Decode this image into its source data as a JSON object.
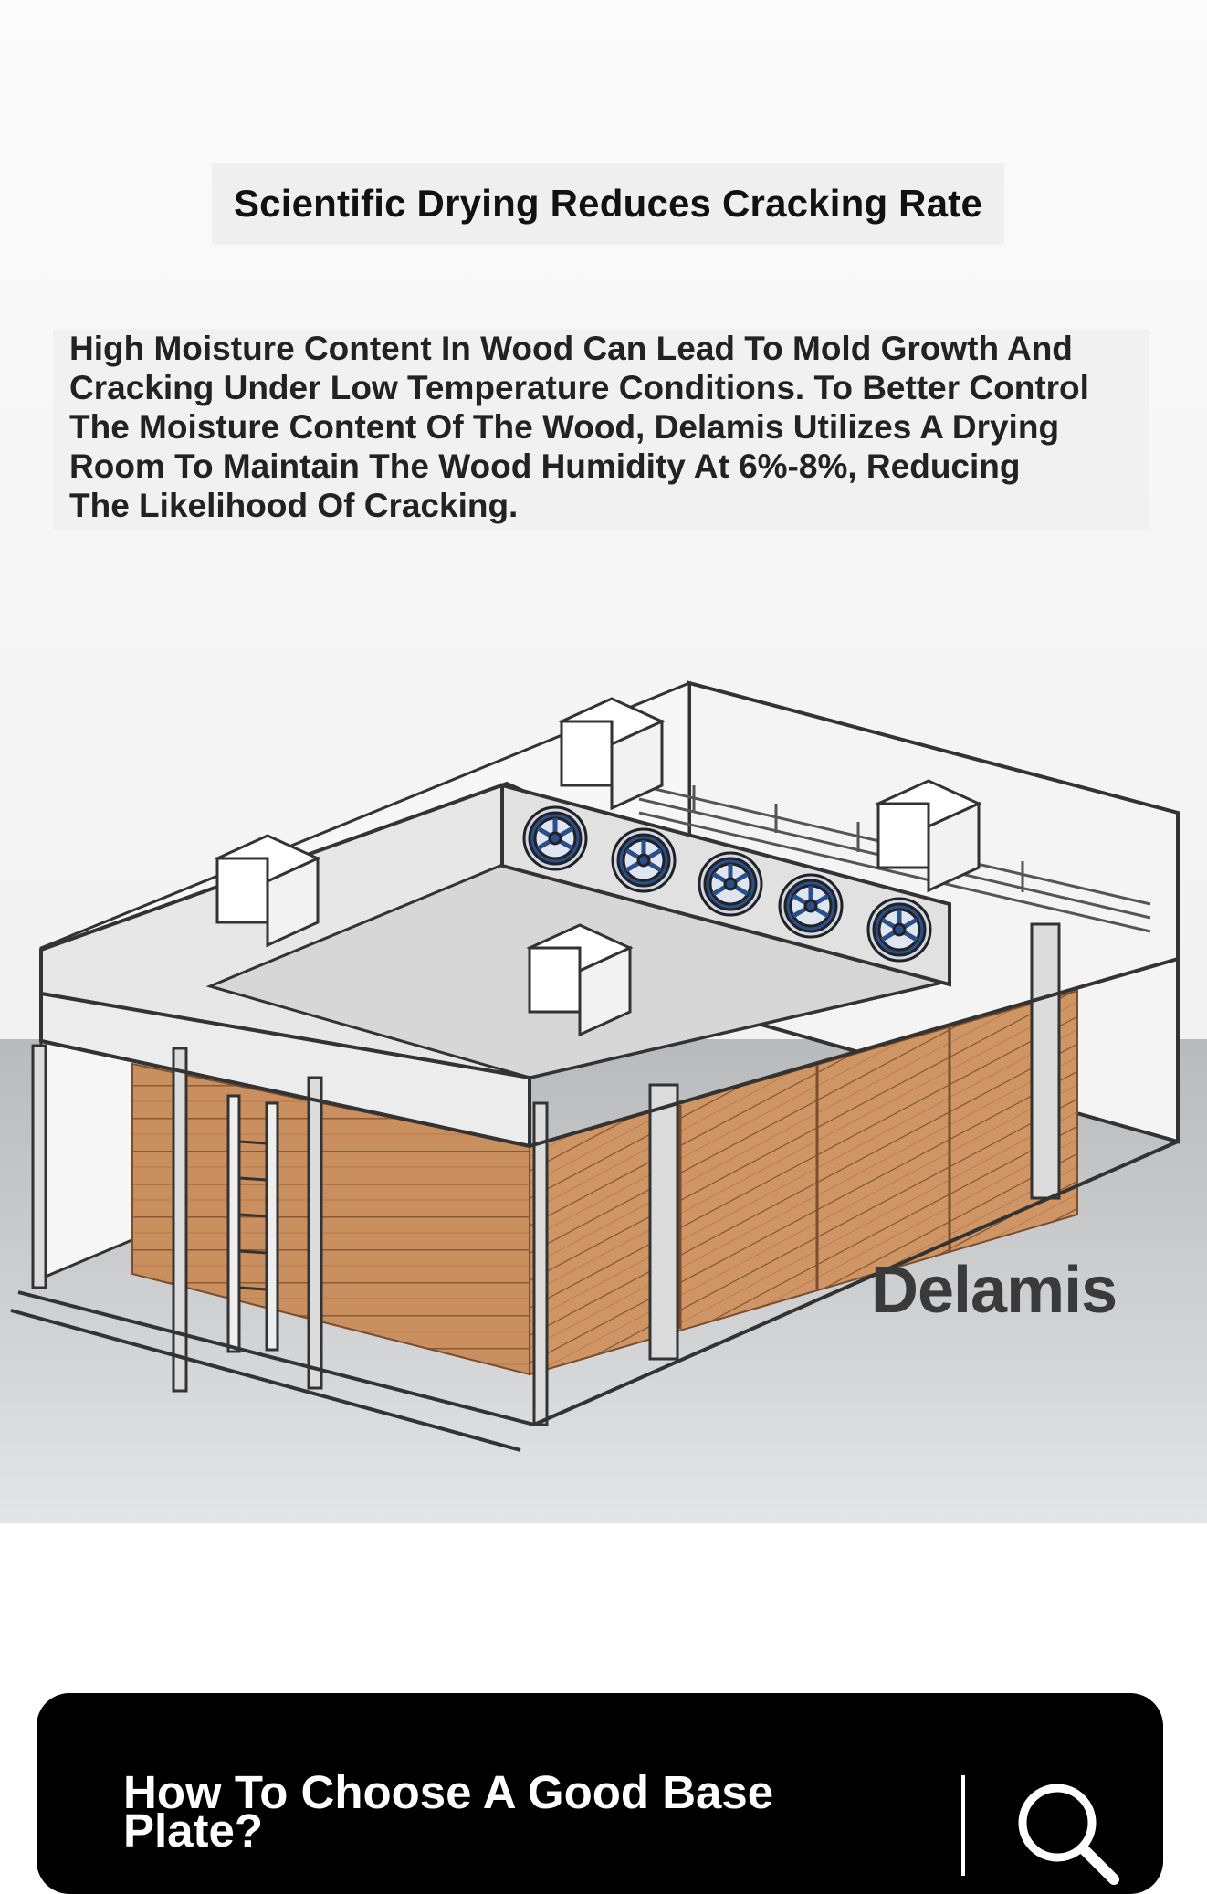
{
  "header": {
    "title": "Scientific Drying Reduces Cracking Rate"
  },
  "description": {
    "lines": [
      "High Moisture Content In Wood Can Lead To Mold Growth And",
      "Cracking Under Low Temperature Conditions. To Better Control",
      "The Moisture Content Of The Wood, Delamis Utilizes A Drying",
      "Room To Maintain The Wood Humidity At 6%-8%, Reducing",
      "The Likelihood Of Cracking."
    ]
  },
  "illustration": {
    "brand": "Delamis",
    "icon": "drying-room-illustration"
  },
  "search": {
    "query_lines": [
      "How To Choose A Good Base",
      "Plate?"
    ],
    "icon": "search-icon"
  },
  "colors": {
    "title_bg": "#efefef",
    "wood": "#c98f5e",
    "fan": "#2b4f8a",
    "banner_bg": "#000000",
    "banner_text": "#ffffff"
  }
}
